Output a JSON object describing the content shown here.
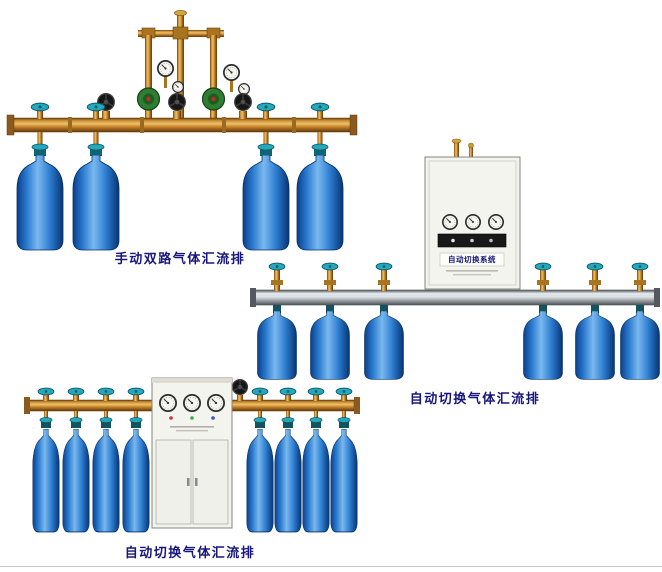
{
  "captions": {
    "assembly1": "手动双路气体汇流排",
    "assembly2": "自动切换气体汇流排",
    "assembly3": "自动切换气体汇流排"
  },
  "cabinet": {
    "label": "自动切换系统"
  },
  "colors": {
    "caption_text": "#16167e",
    "brass_pipe": "#c8862a",
    "cylinder_blue": "#2c7cd0",
    "valve_teal": "#25a8bc",
    "manifold_silver": "#aeb4ba",
    "cabinet_body": "#f4f4ef"
  }
}
